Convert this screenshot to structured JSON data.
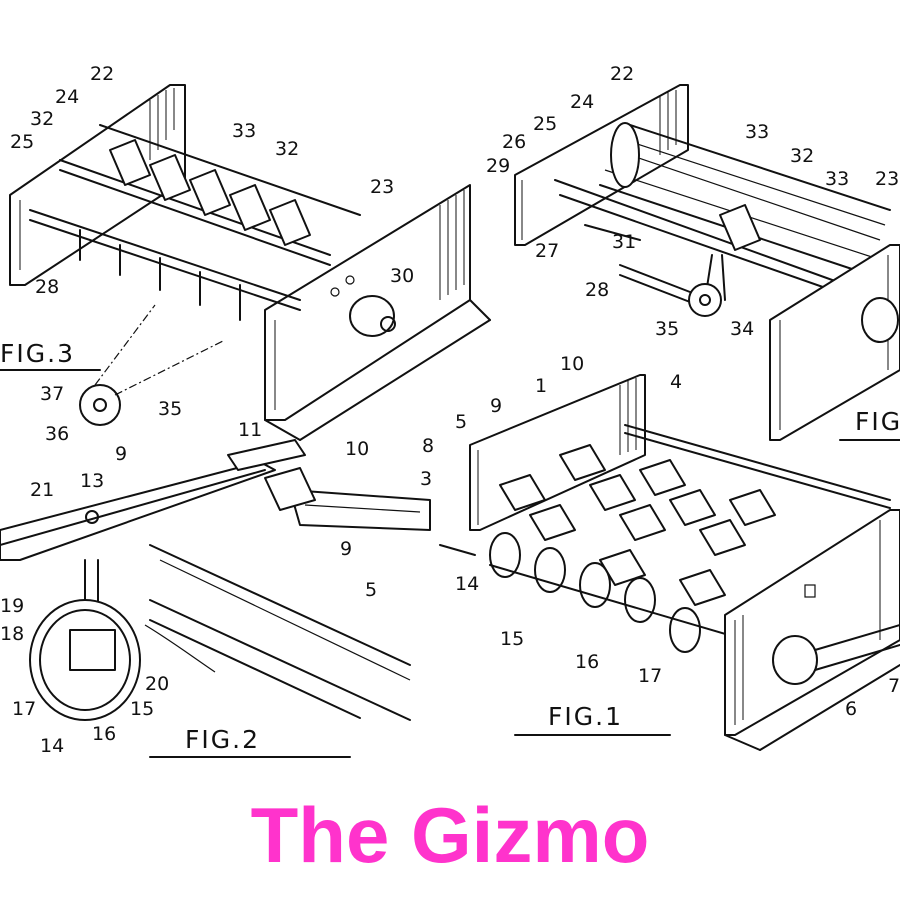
{
  "caption": {
    "text": "The Gizmo",
    "color": "#ff33cc"
  },
  "figures": [
    {
      "label": "FIG.3"
    },
    {
      "label": "FIG.2"
    },
    {
      "label": "FIG.1"
    },
    {
      "label": "FIG"
    }
  ],
  "fig3_refs": [
    "22",
    "24",
    "32",
    "25",
    "33",
    "32",
    "23",
    "28",
    "30",
    "37",
    "35",
    "36"
  ],
  "fig4_refs": [
    "22",
    "24",
    "25",
    "33",
    "32",
    "26",
    "29",
    "33",
    "23",
    "27",
    "31",
    "28",
    "35",
    "34"
  ],
  "fig2_refs": [
    "11",
    "10",
    "9",
    "13",
    "21",
    "9",
    "5",
    "19",
    "18",
    "20",
    "17",
    "15",
    "16",
    "14"
  ],
  "fig1_refs": [
    "10",
    "1",
    "4",
    "9",
    "5",
    "8",
    "3",
    "14",
    "15",
    "16",
    "17",
    "6",
    "7"
  ]
}
